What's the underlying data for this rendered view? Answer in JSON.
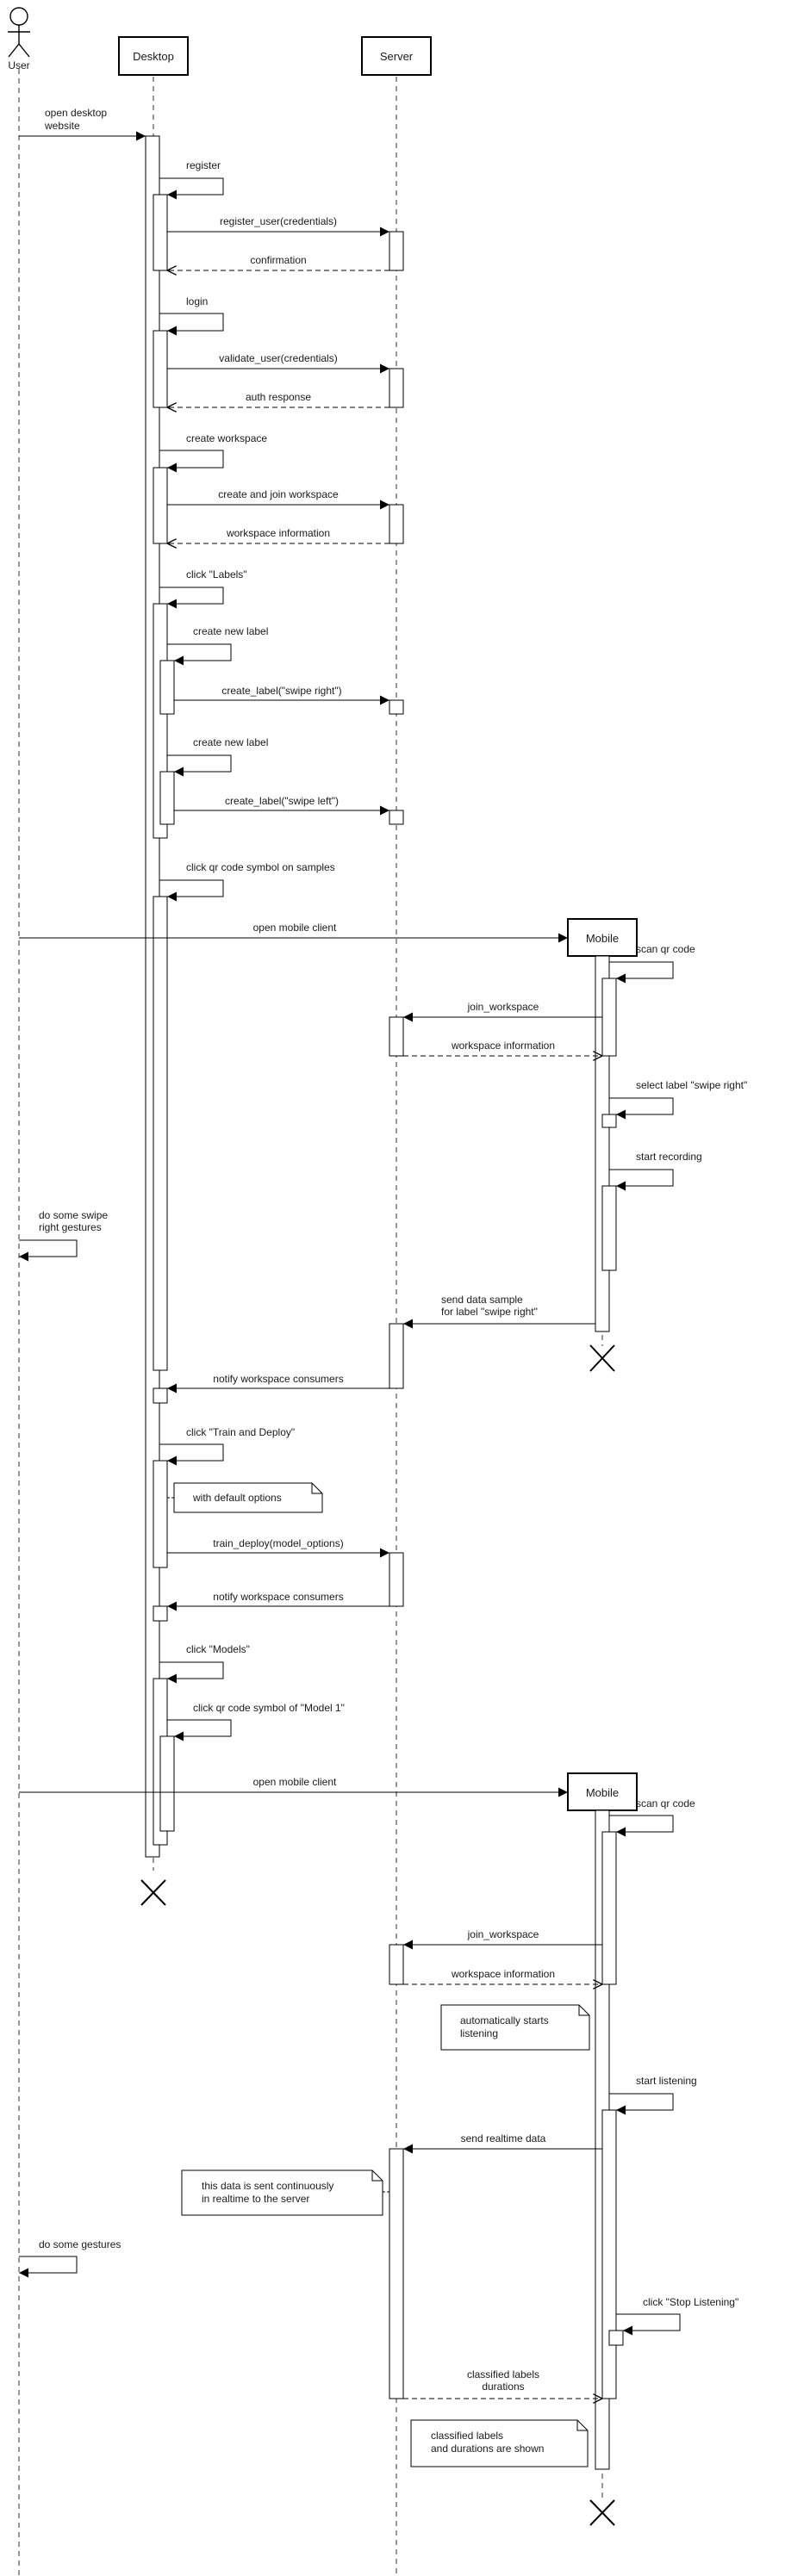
{
  "participants": {
    "user": "User",
    "desktop": "Desktop",
    "server": "Server",
    "mobile1": "Mobile",
    "mobile2": "Mobile"
  },
  "messages": {
    "m01": [
      "open desktop",
      "website"
    ],
    "m02": [
      "register"
    ],
    "m03": [
      "register_user(credentials)"
    ],
    "m04": [
      "confirmation"
    ],
    "m05": [
      "login"
    ],
    "m06": [
      "validate_user(credentials)"
    ],
    "m07": [
      "auth response"
    ],
    "m08": [
      "create workspace"
    ],
    "m09": [
      "create and join workspace"
    ],
    "m10": [
      "workspace information"
    ],
    "m11": [
      "click \"Labels\""
    ],
    "m12": [
      "create new label"
    ],
    "m13": [
      "create_label(\"swipe right\")"
    ],
    "m14": [
      "create new label"
    ],
    "m15": [
      "create_label(\"swipe left\")"
    ],
    "m16": [
      "click qr code symbol on samples"
    ],
    "m17": [
      "open mobile client"
    ],
    "m18": [
      "scan qr code"
    ],
    "m19": [
      "join_workspace"
    ],
    "m20": [
      "workspace information"
    ],
    "m21": [
      "select label \"swipe right\""
    ],
    "m22": [
      "start recording"
    ],
    "m23": [
      "do some swipe",
      "right gestures"
    ],
    "m24": [
      "send data sample",
      "for label \"swipe right\""
    ],
    "m25": [
      "notify workspace consumers"
    ],
    "m26": [
      "click \"Train and Deploy\""
    ],
    "m27": [
      "train_deploy(model_options)"
    ],
    "m28": [
      "notify workspace consumers"
    ],
    "m29": [
      "click \"Models\""
    ],
    "m30": [
      "click qr code symbol of \"Model 1\""
    ],
    "m31": [
      "open mobile client"
    ],
    "m32": [
      "scan qr code"
    ],
    "m33": [
      "join_workspace"
    ],
    "m34": [
      "workspace information"
    ],
    "m35": [
      "start listening"
    ],
    "m36": [
      "send realtime data"
    ],
    "m37": [
      "do some gestures"
    ],
    "m38": [
      "click \"Stop Listening\""
    ],
    "m39": [
      "classified labels",
      "durations"
    ]
  },
  "notes": {
    "n1": [
      "with default options"
    ],
    "n2": [
      "automatically starts",
      "listening"
    ],
    "n3": [
      "this data is sent continuously",
      "in realtime to the server"
    ],
    "n4": [
      "classified labels",
      "and durations are shown"
    ]
  }
}
